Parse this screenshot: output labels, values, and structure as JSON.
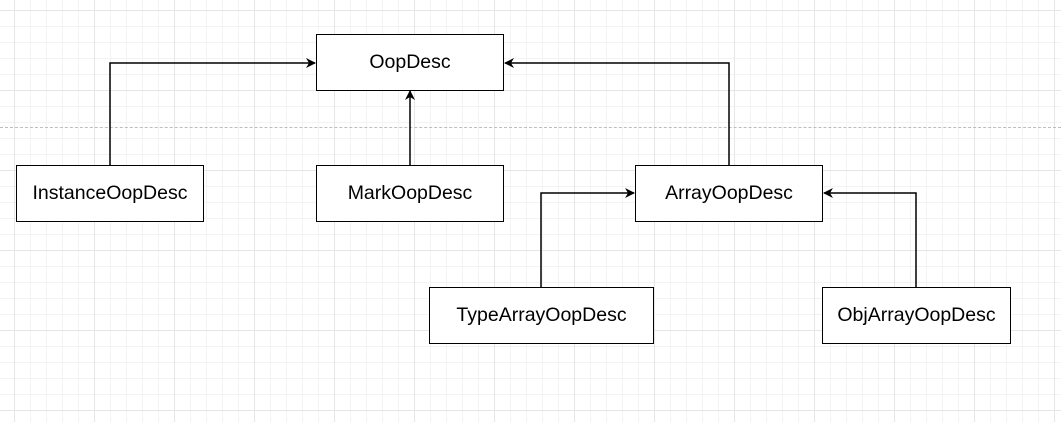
{
  "diagram": {
    "nodes": [
      {
        "id": "oop",
        "label": "OopDesc"
      },
      {
        "id": "instance",
        "label": "InstanceOopDesc"
      },
      {
        "id": "mark",
        "label": "MarkOopDesc"
      },
      {
        "id": "array",
        "label": "ArrayOopDesc"
      },
      {
        "id": "typearray",
        "label": "TypeArrayOopDesc"
      },
      {
        "id": "objarray",
        "label": "ObjArrayOopDesc"
      }
    ],
    "edges": [
      {
        "from": "instance",
        "to": "oop"
      },
      {
        "from": "mark",
        "to": "oop"
      },
      {
        "from": "array",
        "to": "oop"
      },
      {
        "from": "typearray",
        "to": "array"
      },
      {
        "from": "objarray",
        "to": "array"
      }
    ],
    "colors": {
      "stroke": "#000000",
      "grid": "#e6e6e6",
      "page_break": "#bdbdbd"
    }
  }
}
